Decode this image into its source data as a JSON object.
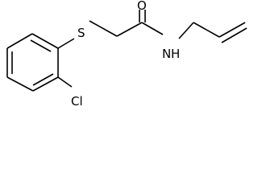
{
  "structure": {
    "atoms": {
      "sulfur": "S",
      "oxygen": "O",
      "nitrogen": "N",
      "hydrogen": "H",
      "chlorine": "Cl"
    }
  },
  "colors": {
    "background": "#ffffff",
    "bond": "#000000",
    "label": "#000000"
  }
}
